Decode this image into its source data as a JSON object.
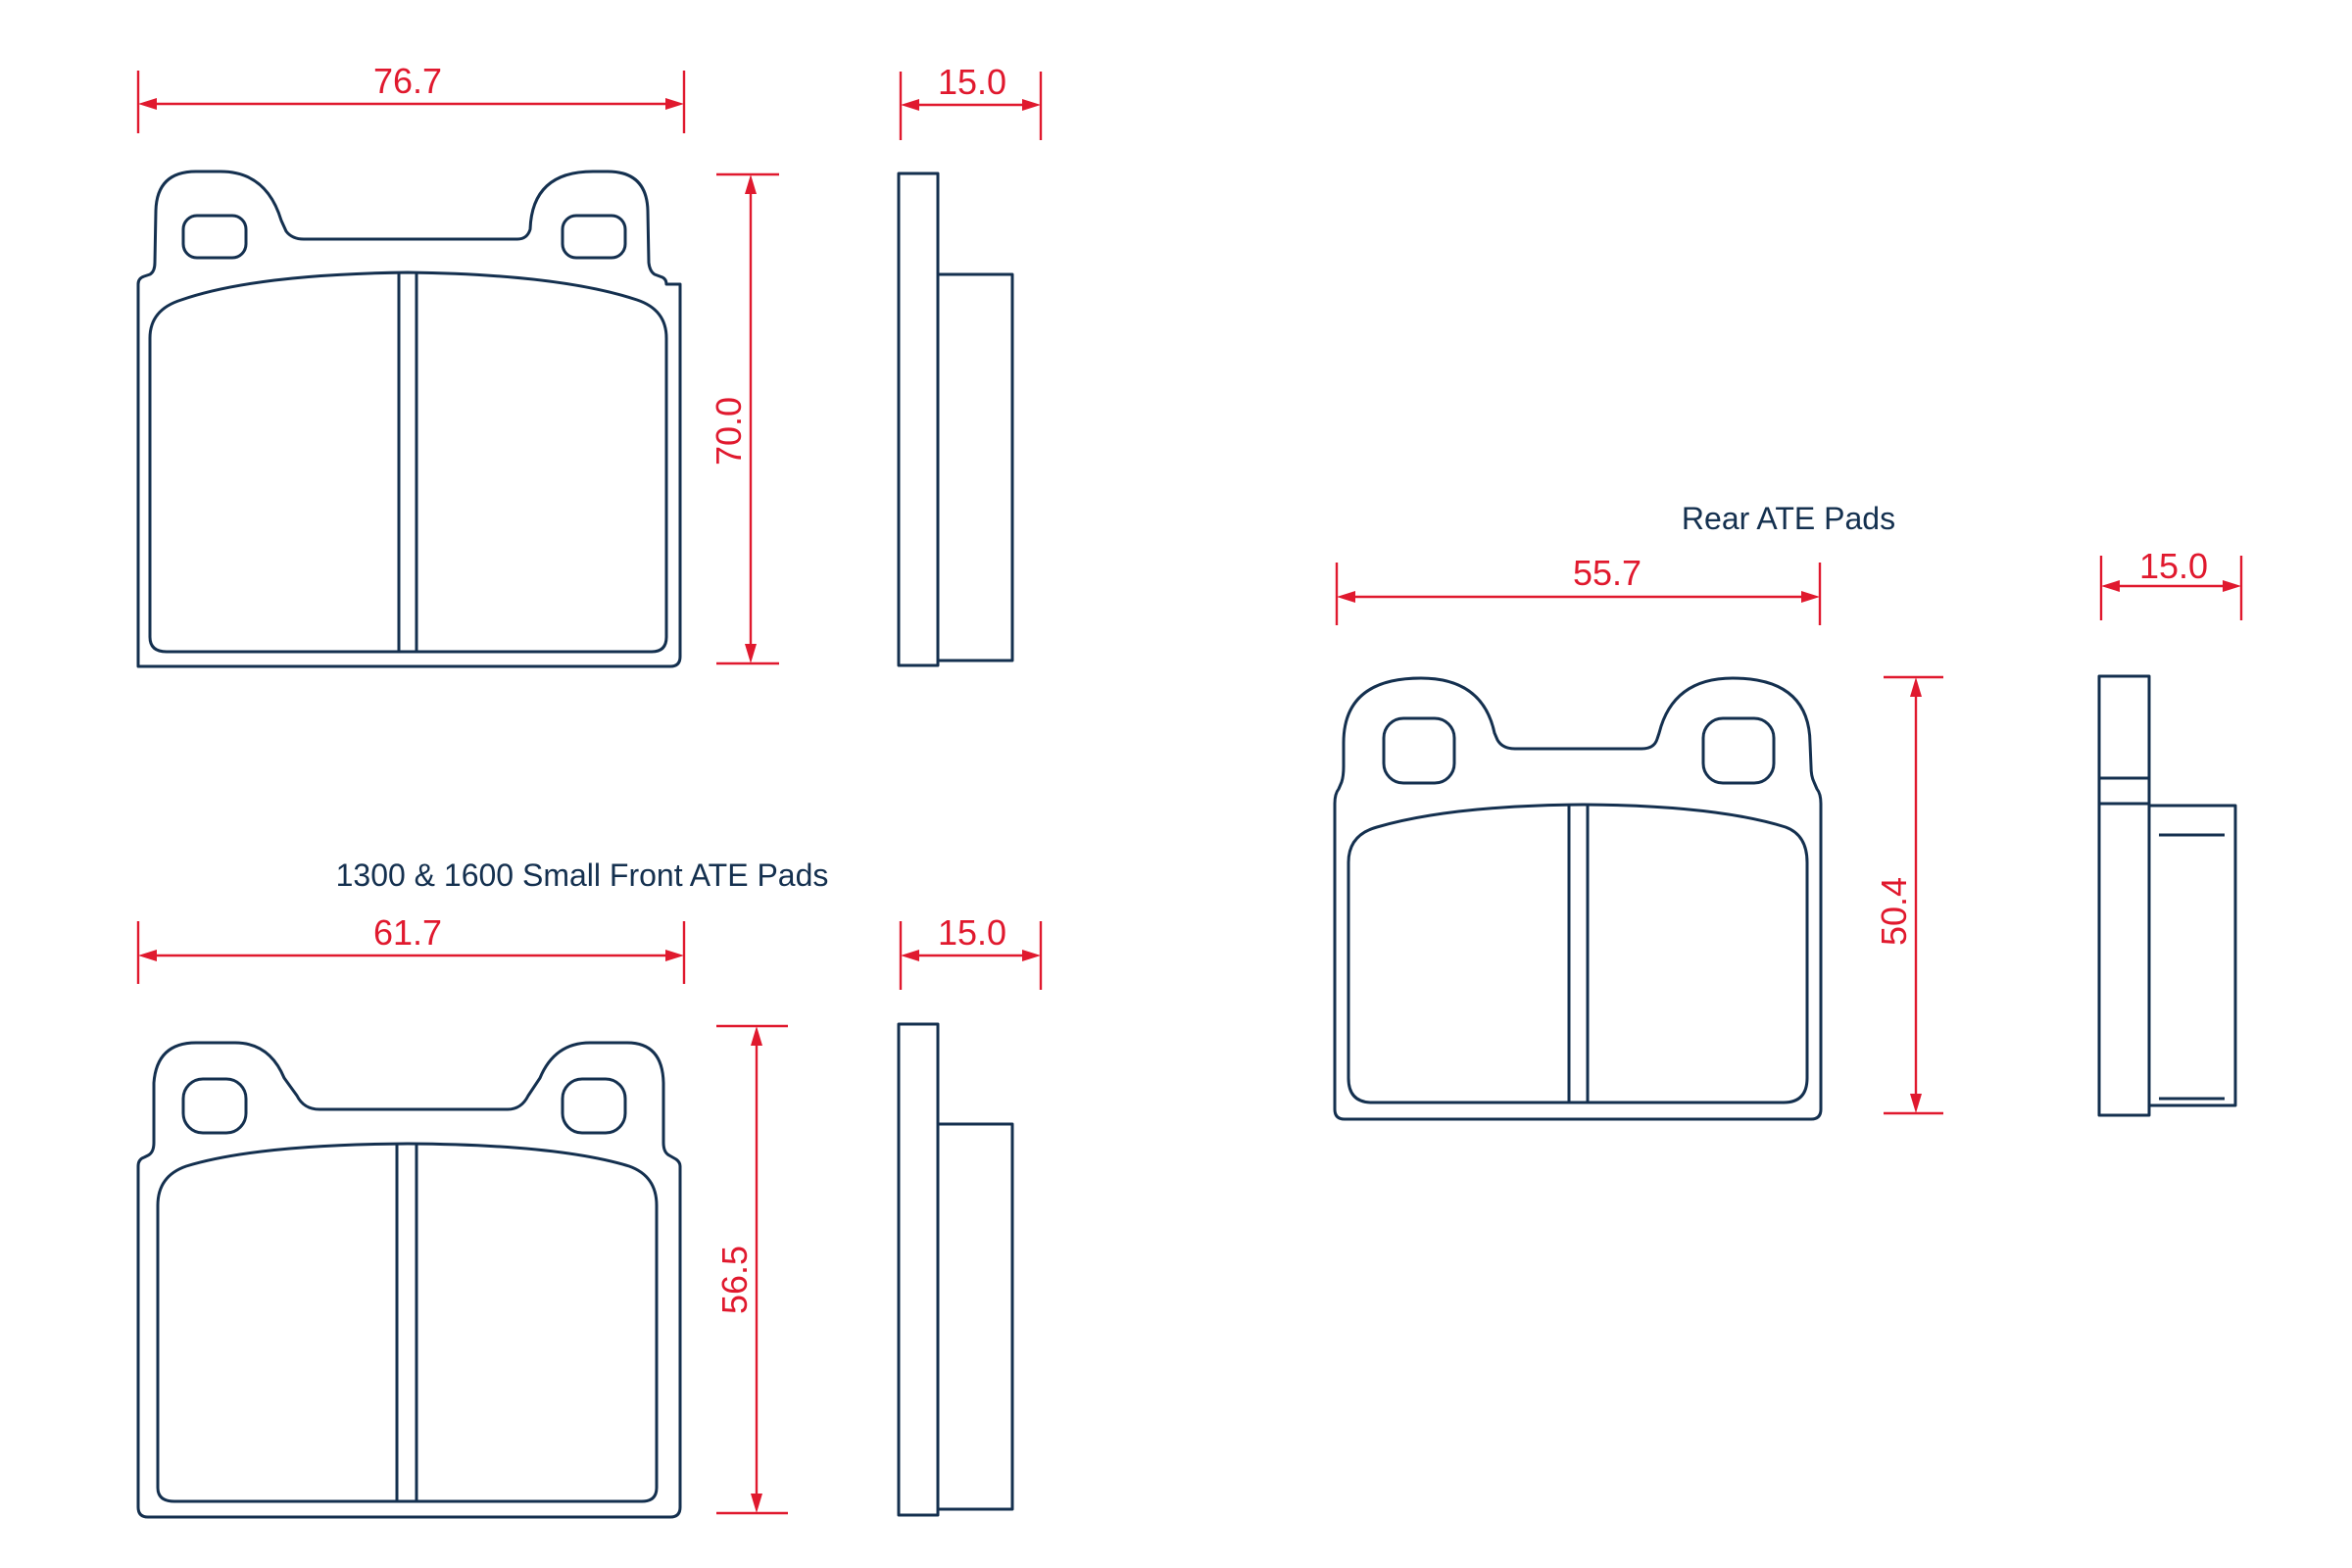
{
  "colors": {
    "outline": "#14304f",
    "dimension": "#e0192e",
    "background": "#ffffff"
  },
  "drawings": {
    "large_front": {
      "caption": "",
      "width_dim": "76.7",
      "height_dim": "70.0",
      "thickness_dim": "15.0"
    },
    "small_front": {
      "caption": "1300 & 1600 Small Front ATE Pads",
      "width_dim": "61.7",
      "height_dim": "56.5",
      "thickness_dim": "15.0"
    },
    "rear": {
      "caption": "Rear ATE Pads",
      "width_dim": "55.7",
      "height_dim": "50.4",
      "thickness_dim": "15.0"
    }
  }
}
